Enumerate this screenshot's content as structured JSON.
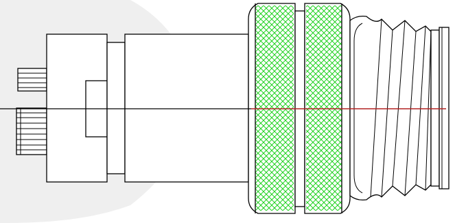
{
  "drawing": {
    "kind": "connector-side-view",
    "colors": {
      "background": "#FFFFFF",
      "background_swoosh": "#EFEFEF",
      "outline": "#000000",
      "knurl_hatch": "#1FD11F",
      "centerline_accent": "#B22222"
    },
    "components": {
      "pins": "pin-contacts",
      "rear_housing": "rear-housing",
      "body": "main-body",
      "knurled_nut": "knurled-coupling-nut",
      "thread": "external-thread",
      "end_cap": "end-cap"
    }
  }
}
